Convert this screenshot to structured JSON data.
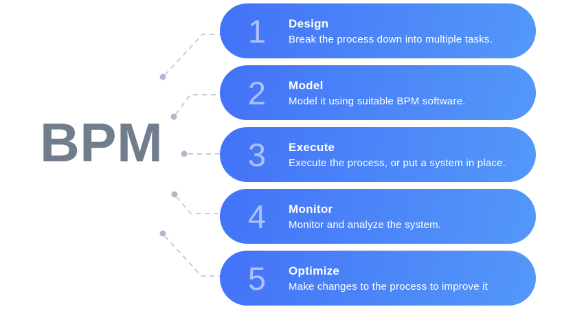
{
  "title": "BPM",
  "colors": {
    "title_color": "#717c8c",
    "card_gradient_start": "#4372f7",
    "card_gradient_end": "#5398f9",
    "card_text": "#ffffff",
    "step_number": "#a9c4f3",
    "connector": "#c5cdda",
    "connector_dot": "#aeb9cc",
    "background": "#ffffff"
  },
  "steps": [
    {
      "number": "1",
      "title": "Design",
      "description": "Break the process down into multiple tasks."
    },
    {
      "number": "2",
      "title": "Model",
      "description": "Model it using suitable BPM software."
    },
    {
      "number": "3",
      "title": "Execute",
      "description": "Execute the process, or put a system in place."
    },
    {
      "number": "4",
      "title": "Monitor",
      "description": "Monitor and analyze the system."
    },
    {
      "number": "5",
      "title": "Optimize",
      "description": "Make changes to the process to improve it"
    }
  ]
}
